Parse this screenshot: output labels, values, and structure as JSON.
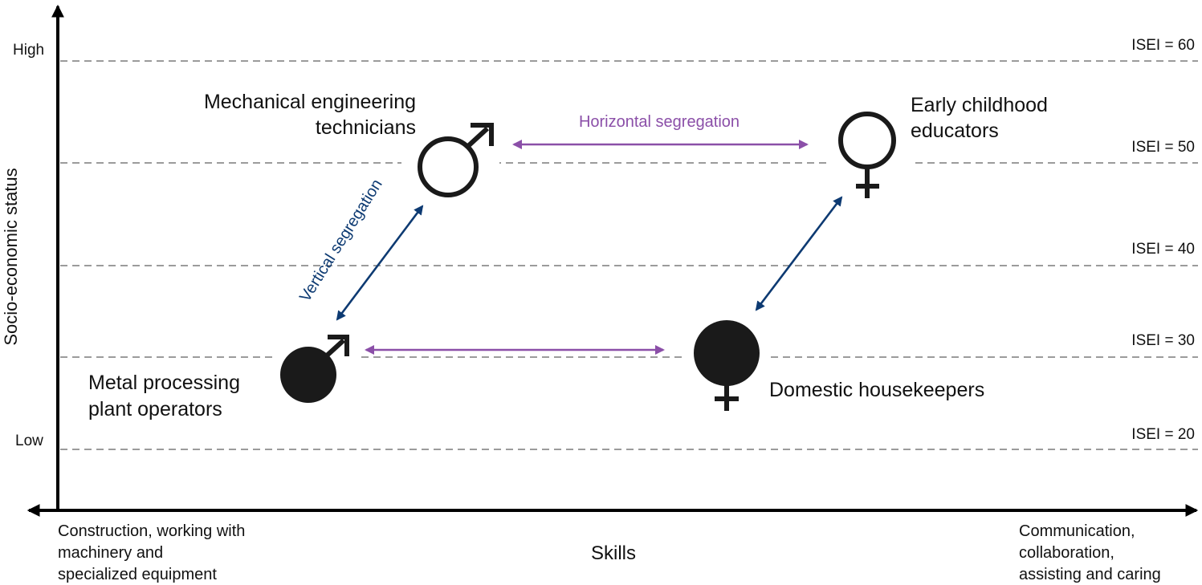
{
  "axes": {
    "y_label": "Socio-economic status",
    "x_label": "Skills",
    "y_high": "High",
    "y_low": "Low",
    "x_left": [
      "Construction, working with",
      "machinery and",
      "specialized equipment"
    ],
    "x_right": [
      "Communication,",
      "collaboration,",
      "assisting and caring"
    ]
  },
  "levels": [
    "ISEI = 60",
    "ISEI = 50",
    "ISEI = 40",
    "ISEI = 30",
    "ISEI = 20"
  ],
  "occupations": {
    "mech": [
      "Mechanical engineering",
      "technicians"
    ],
    "early": [
      "Early childhood",
      "educators"
    ],
    "metal": [
      "Metal processing",
      "plant operators"
    ],
    "domestic": [
      "Domestic housekeepers"
    ]
  },
  "arrows": {
    "horizontal": "Horizontal segregation",
    "vertical": "Vertical segregation"
  },
  "colors": {
    "horizontal": "#8b4fa8",
    "vertical": "#0d3a72",
    "symbol": "#1a1a1a",
    "grid": "#7a7a7a"
  },
  "symbols": {
    "mech": "male-outline-icon",
    "early": "female-outline-icon",
    "metal": "male-filled-icon",
    "domestic": "female-filled-icon"
  }
}
